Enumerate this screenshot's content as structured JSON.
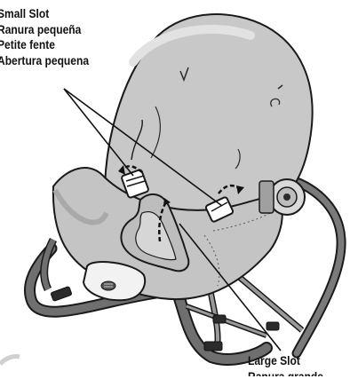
{
  "figure": {
    "callout_small_slot": [
      "Small Slot",
      "Ranura pequeña",
      "Petite fente",
      "Abertura pequena"
    ],
    "callout_large_slot": [
      "Large Slot",
      "Ranura grande"
    ],
    "colors": {
      "seat_fabric": "#c8c8c8",
      "seat_shadow": "#a9a9a9",
      "frame_metal": "#6f6f6f",
      "frame_dark": "#2b2b2b",
      "outline": "#1a1a1a",
      "background": "#ffffff"
    }
  }
}
